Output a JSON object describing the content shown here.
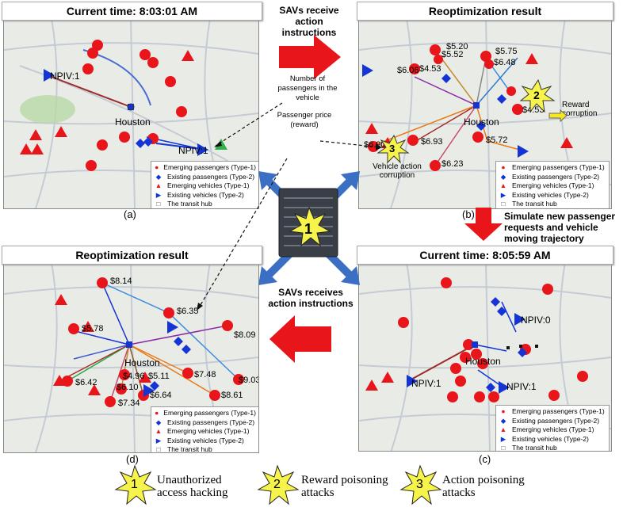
{
  "panels": {
    "a": {
      "title": "Current time: 8:03:01 AM",
      "caption": "(a)",
      "labels": [
        "NPIV:1",
        "NPIV:1"
      ],
      "hub": "Houston"
    },
    "b": {
      "title": "Reoptimization result",
      "caption": "(b)",
      "prices": [
        "$5.20",
        "$5.52",
        "$5.75",
        "$6.48",
        "$4.53",
        "$6.06",
        "$4.53",
        "$6.93",
        "$5.72",
        "$6.23",
        "$6.90"
      ],
      "annotations": [
        "Reward corruption",
        "Vehicle action corruption"
      ],
      "hub": "Houston"
    },
    "c": {
      "title": "Current time: 8:05:59 AM",
      "caption": "(c)",
      "labels": [
        "NPIV:0",
        "NPIV:1",
        "NPIV:1"
      ],
      "hub": "Houston"
    },
    "d": {
      "title": "Reoptimization result",
      "caption": "(d)",
      "prices": [
        "$8.14",
        "$6.35",
        "$5.78",
        "$8.09",
        "$7.48",
        "$9.03",
        "$4.96",
        "$5.11",
        "$6.42",
        "$6.10",
        "$6.64",
        "$8.61",
        "$7.34"
      ],
      "hub": "Houston"
    }
  },
  "legend": [
    "Emerging passengers (Type-1)",
    "Existing passengers (Type-2)",
    "Emerging vehicles (Type-1)",
    "Existing vehicles (Type-2)",
    "The transit hub"
  ],
  "middle": {
    "top_arrow_label": "SAVs receive action instructions",
    "note_passengers": "Number of passengers in the vehicle",
    "note_price": "Passenger price (reward)",
    "right_label": "Simulate new passenger requests and vehicle moving trajectory",
    "bottom_arrow_label": "SAVs receives action instructions"
  },
  "attack_legend": [
    {
      "num": "1",
      "label": "Unauthorized access hacking"
    },
    {
      "num": "2",
      "label": "Reward poisoning attacks"
    },
    {
      "num": "3",
      "label": "Action poisoning attacks"
    }
  ],
  "colors": {
    "passenger": "#e8151b",
    "vehicle": "#1434d6",
    "arrow": "#e8151b",
    "burst": "#f6f34a",
    "x_arrow": "#3a6fc4"
  }
}
